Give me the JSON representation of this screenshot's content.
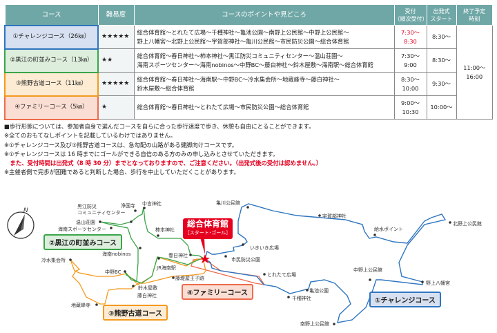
{
  "table": {
    "headers": [
      "コース",
      "難易度",
      "コースのポイントや見どころ",
      "受付\n（順次受付）",
      "出発式\nスタート",
      "終了予定\n時刻"
    ],
    "header_parts": {
      "reception": [
        "受付",
        "（順次受付）"
      ],
      "start": [
        "出発式",
        "スタート"
      ],
      "end": [
        "終了予定",
        "時刻"
      ]
    },
    "rows": [
      {
        "course": "①チャレンジコース（26㎞）",
        "difficulty": "★★★★★",
        "points": [
          "総合体育館～とれたて広場～千種神社～亀池公園～南野上公民館～中野上公民館～",
          "野上八幡宮～北野上公民館～宇賀部神社～亀川公民館～市民防災公園～総合体育館"
        ],
        "reception": [
          "7:30～",
          "8:30"
        ],
        "start": "8:30～",
        "color": "#2e75c0",
        "bg": "#d6e0f0"
      },
      {
        "course": "②黒江の町並みコース（13㎞）",
        "difficulty": "★★",
        "points": [
          "総合体育館～春日神社～柿本神社～黒江防災コミュニティセンター～温山荘園～",
          "海南スポーツセンター～海南nobinos～中野BC～藤白神社～鈴木屋敷～海南駅～総合体育館"
        ],
        "reception": [
          "7:30～",
          "9:00"
        ],
        "start": "8:30～",
        "color": "#3aa549",
        "bg": "#ddeedd"
      },
      {
        "course": "③熊野古道コース（11㎞）",
        "difficulty": "★★★★★",
        "points": [
          "総合体育館～春日神社～海南駅～中野BC～冷水集会所～地蔵峰寺～藤白神社～",
          "鈴木屋敷～総合体育館"
        ],
        "reception": [
          "8:30～",
          "10:00"
        ],
        "start": "9:30～",
        "color": "#f39a1e",
        "bg": "#fdebd3"
      },
      {
        "course": "④ファミリーコース（5㎞）",
        "difficulty": "★",
        "points": [
          "総合体育館～春日神社～とれたて広場～市民防災公園～総合体育館"
        ],
        "reception": [
          "9:00～",
          "10:30"
        ],
        "start": "10:00～",
        "color": "#ee6b4d",
        "bg": "#fbded3"
      }
    ],
    "end_time": [
      "11:00～",
      "16:00"
    ]
  },
  "notes": [
    "■歩行形態については、参加者自身で選んだコースを自らに合った歩行速度で歩き、休憩も自由にとることができます。",
    "※全てのおもてなしポイントを記載しているわけではありません。",
    "※①チャレンジコース及び③熊野古道コースは、急勾配の山路がある健脚向けコースです。",
    "※①チャレンジコースは 16 時までにゴールができる自信のある方のみの申し込みとさせていただきます。",
    "　また、受付時間は出発式（8 時 30 分）までとなっておりますので、ご注意ください。（出発式後の受付は認めません。）",
    "※主催者側で完歩が困難であると判断した場合、歩行を中止していただくことがあります。"
  ],
  "map": {
    "compass": "N",
    "start": {
      "title": "総合体育館",
      "sub": "［スタート･ゴール］"
    },
    "badges": [
      "②黒江の町並みコース",
      "③熊野古道コース",
      "④ファミリーコース",
      "①チャレンジコース"
    ],
    "labels": [
      "黒江防災",
      "コミュニティセンター",
      "浄国寺",
      "中言神社",
      "温山荘園",
      "海南スポーツセンター",
      "柿本神社",
      "海南nobinos",
      "春日神社",
      "冷水集会所",
      "中野BC",
      "JR海南駅",
      "藤堤屋王子跡",
      "鈴木屋敷",
      "藤白神社",
      "地蔵峰寺",
      "亀川公民館",
      "宇賀部神社",
      "給水ポイント",
      "北野上公民館",
      "いきいき広場",
      "市民防災公園",
      "とれたて広場",
      "亀池公園",
      "千種神社",
      "南野上公民館",
      "中野上公民館",
      "野上八幡宮"
    ],
    "colors": {
      "challenge": "#2e75c0",
      "kuroe": "#3aa549",
      "kumano": "#f39a1e",
      "family": "#ee6b4d",
      "start": "#e60020"
    }
  }
}
